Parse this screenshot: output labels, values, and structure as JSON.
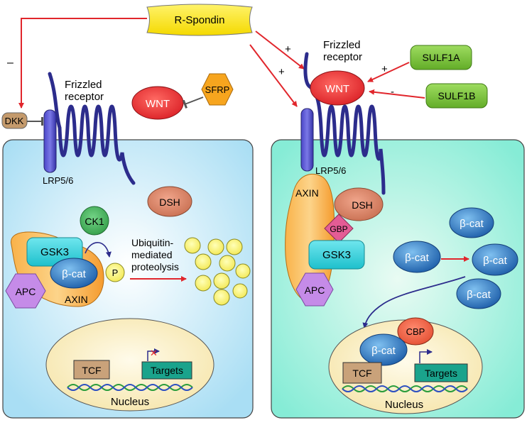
{
  "top": {
    "r_spondin": "R-Spondin",
    "minus_sign": "–",
    "plus_sign_1": "+",
    "plus_sign_2": "+"
  },
  "left_panel": {
    "frizzled_label_1": "Frizzled",
    "frizzled_label_2": "receptor",
    "wnt": "WNT",
    "sfrp": "SFRP",
    "dkk": "DKK",
    "lrp": "LRP5/6",
    "dsh": "DSH",
    "ck1": "CK1",
    "gsk3": "GSK3",
    "beta_cat": "β-cat",
    "phosphate": "P",
    "apc": "APC",
    "axin": "AXIN",
    "ubiquitin_1": "Ubiquitin-",
    "ubiquitin_2": "mediated",
    "ubiquitin_3": "proteolysis",
    "tcf": "TCF",
    "targets": "Targets",
    "nucleus": "Nucleus"
  },
  "right_panel": {
    "frizzled_label_1": "Frizzled",
    "frizzled_label_2": "receptor",
    "wnt": "WNT",
    "sulf1a": "SULF1A",
    "sulf1b": "SULF1B",
    "plus_sign": "+",
    "minus_sign": "-",
    "lrp": "LRP5/6",
    "axin": "AXIN",
    "dsh": "DSH",
    "gbp": "GBP",
    "gsk3": "GSK3",
    "apc": "APC",
    "beta_cat_1": "β-cat",
    "beta_cat_2": "β-cat",
    "beta_cat_3": "β-cat",
    "beta_cat_4": "β-cat",
    "beta_cat_nuc": "β-cat",
    "cbp": "CBP",
    "tcf": "TCF",
    "targets": "Targets",
    "nucleus": "Nucleus"
  },
  "colors": {
    "left_cell": "#bfe8f7",
    "right_cell": "#9ff0de",
    "wnt": "#e8282c",
    "r_spondin": "#ffe900",
    "sulf": "#7fc73c",
    "sfrp": "#f7a51e",
    "receptor": "#2c2c8c",
    "arrow": "#e1262c",
    "beta_cat": "#2a79c3",
    "gsk3": "#36d3dd",
    "apc": "#c58be8",
    "axin": "#f9a436",
    "dsh": "#d98366",
    "ck1": "#46b35a",
    "gbp": "#e45c95",
    "nucleus": "#fbefc6",
    "targets": "#1aa38c",
    "tcf": "#c9a27a"
  }
}
